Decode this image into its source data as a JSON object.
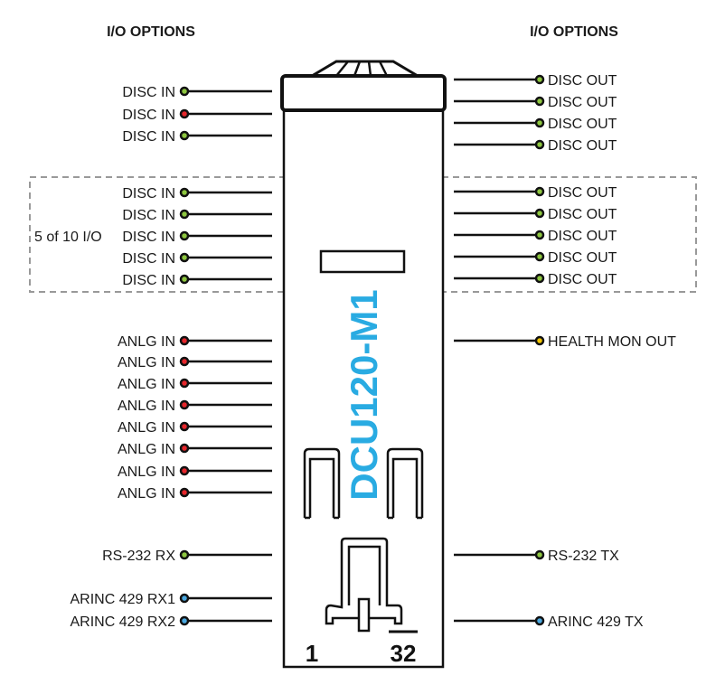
{
  "headers": {
    "left": "I/O OPTIONS",
    "right": "I/O OPTIONS"
  },
  "colors": {
    "green": "#8dc63f",
    "red": "#e5262b",
    "yellow": "#f2c500",
    "blue": "#4aa8e0",
    "title": "#29abe2"
  },
  "device": {
    "title": "DCU120-M1",
    "pin_first": "1",
    "pin_last": "32"
  },
  "optional_group_label": "5 of 10 I/O",
  "inputs": [
    {
      "label": "DISC IN",
      "color": "green"
    },
    {
      "label": "DISC IN",
      "color": "red"
    },
    {
      "label": "DISC IN",
      "color": "green"
    },
    {
      "label": "DISC IN",
      "color": "green"
    },
    {
      "label": "DISC IN",
      "color": "green"
    },
    {
      "label": "DISC IN",
      "color": "green"
    },
    {
      "label": "DISC IN",
      "color": "green"
    },
    {
      "label": "DISC IN",
      "color": "green"
    },
    {
      "label": "ANLG IN",
      "color": "red"
    },
    {
      "label": "ANLG IN",
      "color": "red"
    },
    {
      "label": "ANLG IN",
      "color": "red"
    },
    {
      "label": "ANLG IN",
      "color": "red"
    },
    {
      "label": "ANLG IN",
      "color": "red"
    },
    {
      "label": "ANLG IN",
      "color": "red"
    },
    {
      "label": "ANLG IN",
      "color": "red"
    },
    {
      "label": "ANLG IN",
      "color": "red"
    },
    {
      "label": "RS-232 RX",
      "color": "green"
    },
    {
      "label": "ARINC 429 RX1",
      "color": "blue"
    },
    {
      "label": "ARINC 429 RX2",
      "color": "blue"
    }
  ],
  "outputs": [
    {
      "label": "DISC OUT",
      "color": "green"
    },
    {
      "label": "DISC OUT",
      "color": "green"
    },
    {
      "label": "DISC OUT",
      "color": "green"
    },
    {
      "label": "DISC OUT",
      "color": "green"
    },
    {
      "label": "DISC OUT",
      "color": "green"
    },
    {
      "label": "DISC OUT",
      "color": "green"
    },
    {
      "label": "DISC OUT",
      "color": "green"
    },
    {
      "label": "DISC OUT",
      "color": "green"
    },
    {
      "label": "DISC OUT",
      "color": "green"
    },
    {
      "label": "HEALTH MON OUT",
      "color": "yellow"
    },
    {
      "label": "RS-232 TX",
      "color": "green"
    },
    {
      "label": "ARINC 429 TX",
      "color": "blue"
    }
  ]
}
